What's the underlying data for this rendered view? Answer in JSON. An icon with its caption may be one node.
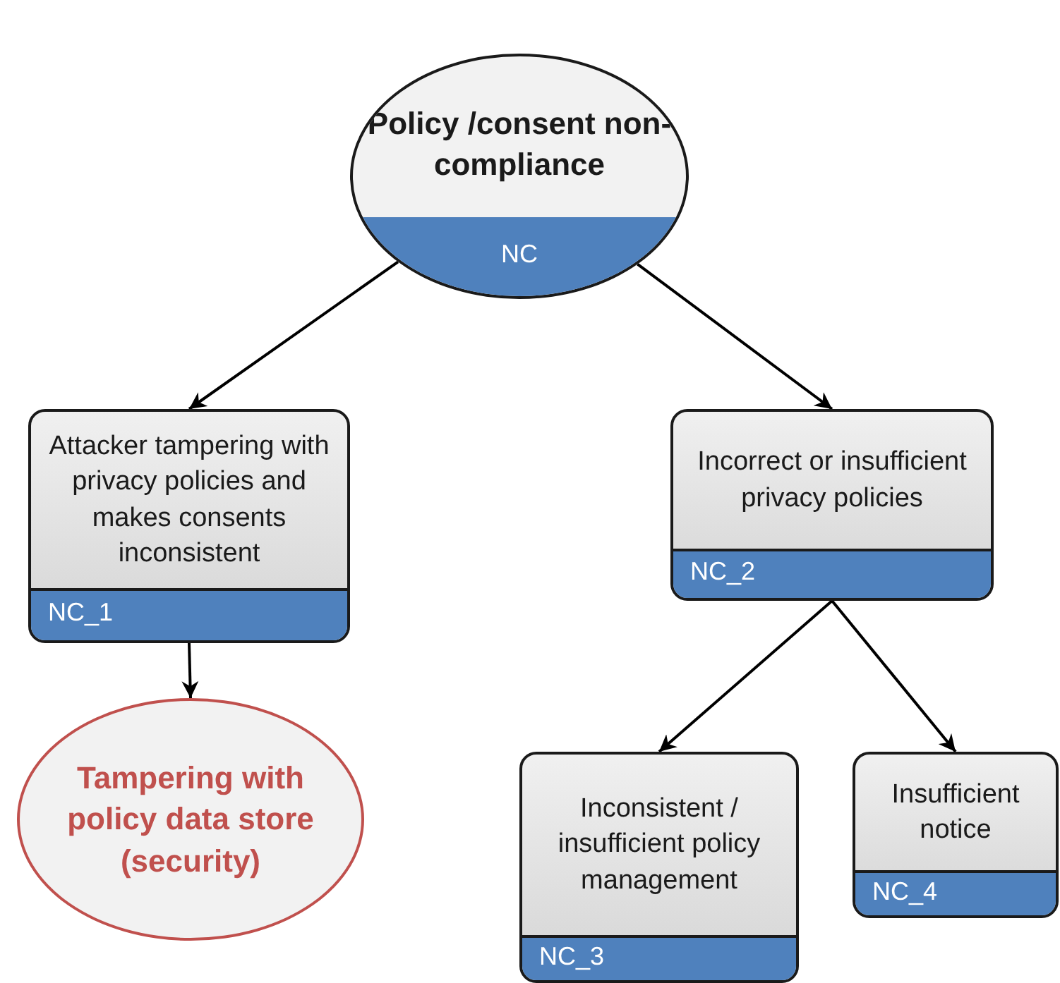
{
  "diagram": {
    "nodes": [
      {
        "text": [
          "Policy /consent non-compliance",
          "NC"
        ]
      },
      {
        "text": [
          "Attacker tampering with privacy policies and makes consents inconsistent",
          "NC_1"
        ]
      },
      {
        "text": [
          "Incorrect or insufficient privacy policies",
          "NC_2"
        ]
      },
      {
        "text": [
          "Tampering with policy data store (security)"
        ]
      },
      {
        "text": [
          "Inconsistent / insufficient policy management",
          "NC_3"
        ]
      },
      {
        "text": [
          "Insufficient notice",
          "NC_4"
        ]
      }
    ],
    "edges": [
      {
        "from": 0,
        "to": 1,
        "arrow": "to"
      },
      {
        "from": 0,
        "to": 2,
        "arrow": "to"
      },
      {
        "from": 1,
        "to": 3,
        "arrow": "to"
      },
      {
        "from": 2,
        "to": 4,
        "arrow": "to"
      },
      {
        "from": 2,
        "to": 5,
        "arrow": "to"
      }
    ]
  }
}
